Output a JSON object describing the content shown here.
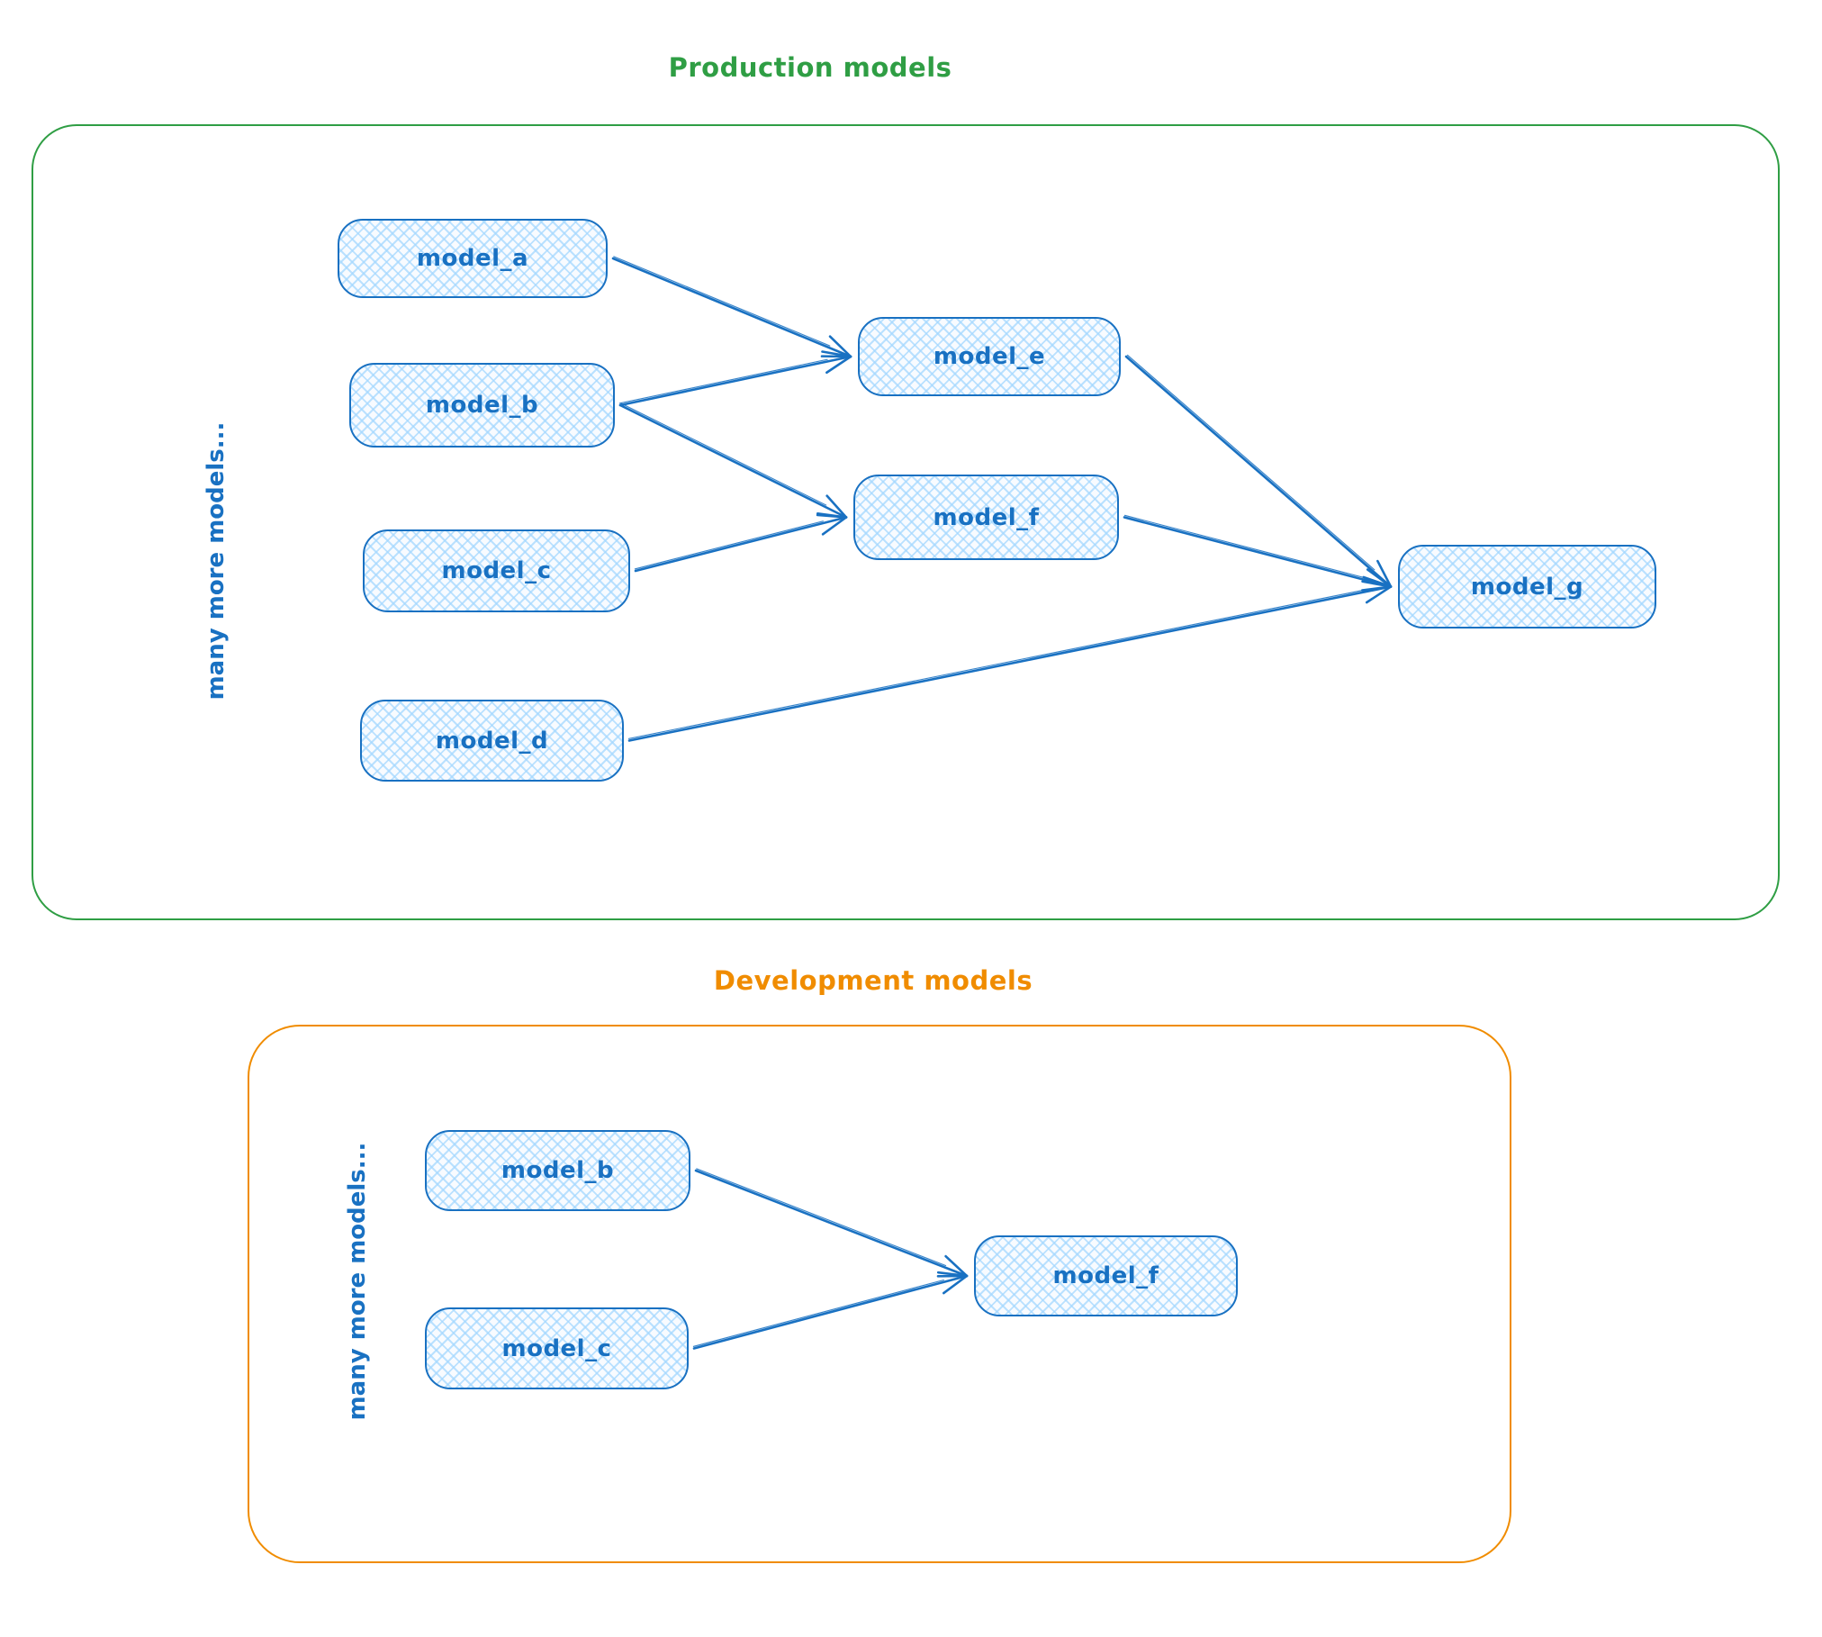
{
  "production": {
    "title": "Production models",
    "accent_color": "#2f9e44",
    "side_note": "many more models...",
    "nodes": [
      {
        "id": "a",
        "label": "model_a"
      },
      {
        "id": "b",
        "label": "model_b"
      },
      {
        "id": "c",
        "label": "model_c"
      },
      {
        "id": "d",
        "label": "model_d"
      },
      {
        "id": "e",
        "label": "model_e"
      },
      {
        "id": "f",
        "label": "model_f"
      },
      {
        "id": "g",
        "label": "model_g"
      }
    ],
    "connections": [
      {
        "from": "a",
        "to": "e"
      },
      {
        "from": "b",
        "to": "e"
      },
      {
        "from": "b",
        "to": "f"
      },
      {
        "from": "c",
        "to": "f"
      },
      {
        "from": "e",
        "to": "g"
      },
      {
        "from": "f",
        "to": "g"
      },
      {
        "from": "d",
        "to": "g"
      }
    ]
  },
  "development": {
    "title": "Development models",
    "accent_color": "#f08c00",
    "side_note": "many more models...",
    "nodes": [
      {
        "id": "b",
        "label": "model_b"
      },
      {
        "id": "c",
        "label": "model_c"
      },
      {
        "id": "f",
        "label": "model_f"
      }
    ],
    "connections": [
      {
        "from": "b",
        "to": "f"
      },
      {
        "from": "c",
        "to": "f"
      }
    ]
  },
  "node_style": {
    "stroke_color": "#1971c2",
    "fill_color": "#a5d8ff"
  }
}
